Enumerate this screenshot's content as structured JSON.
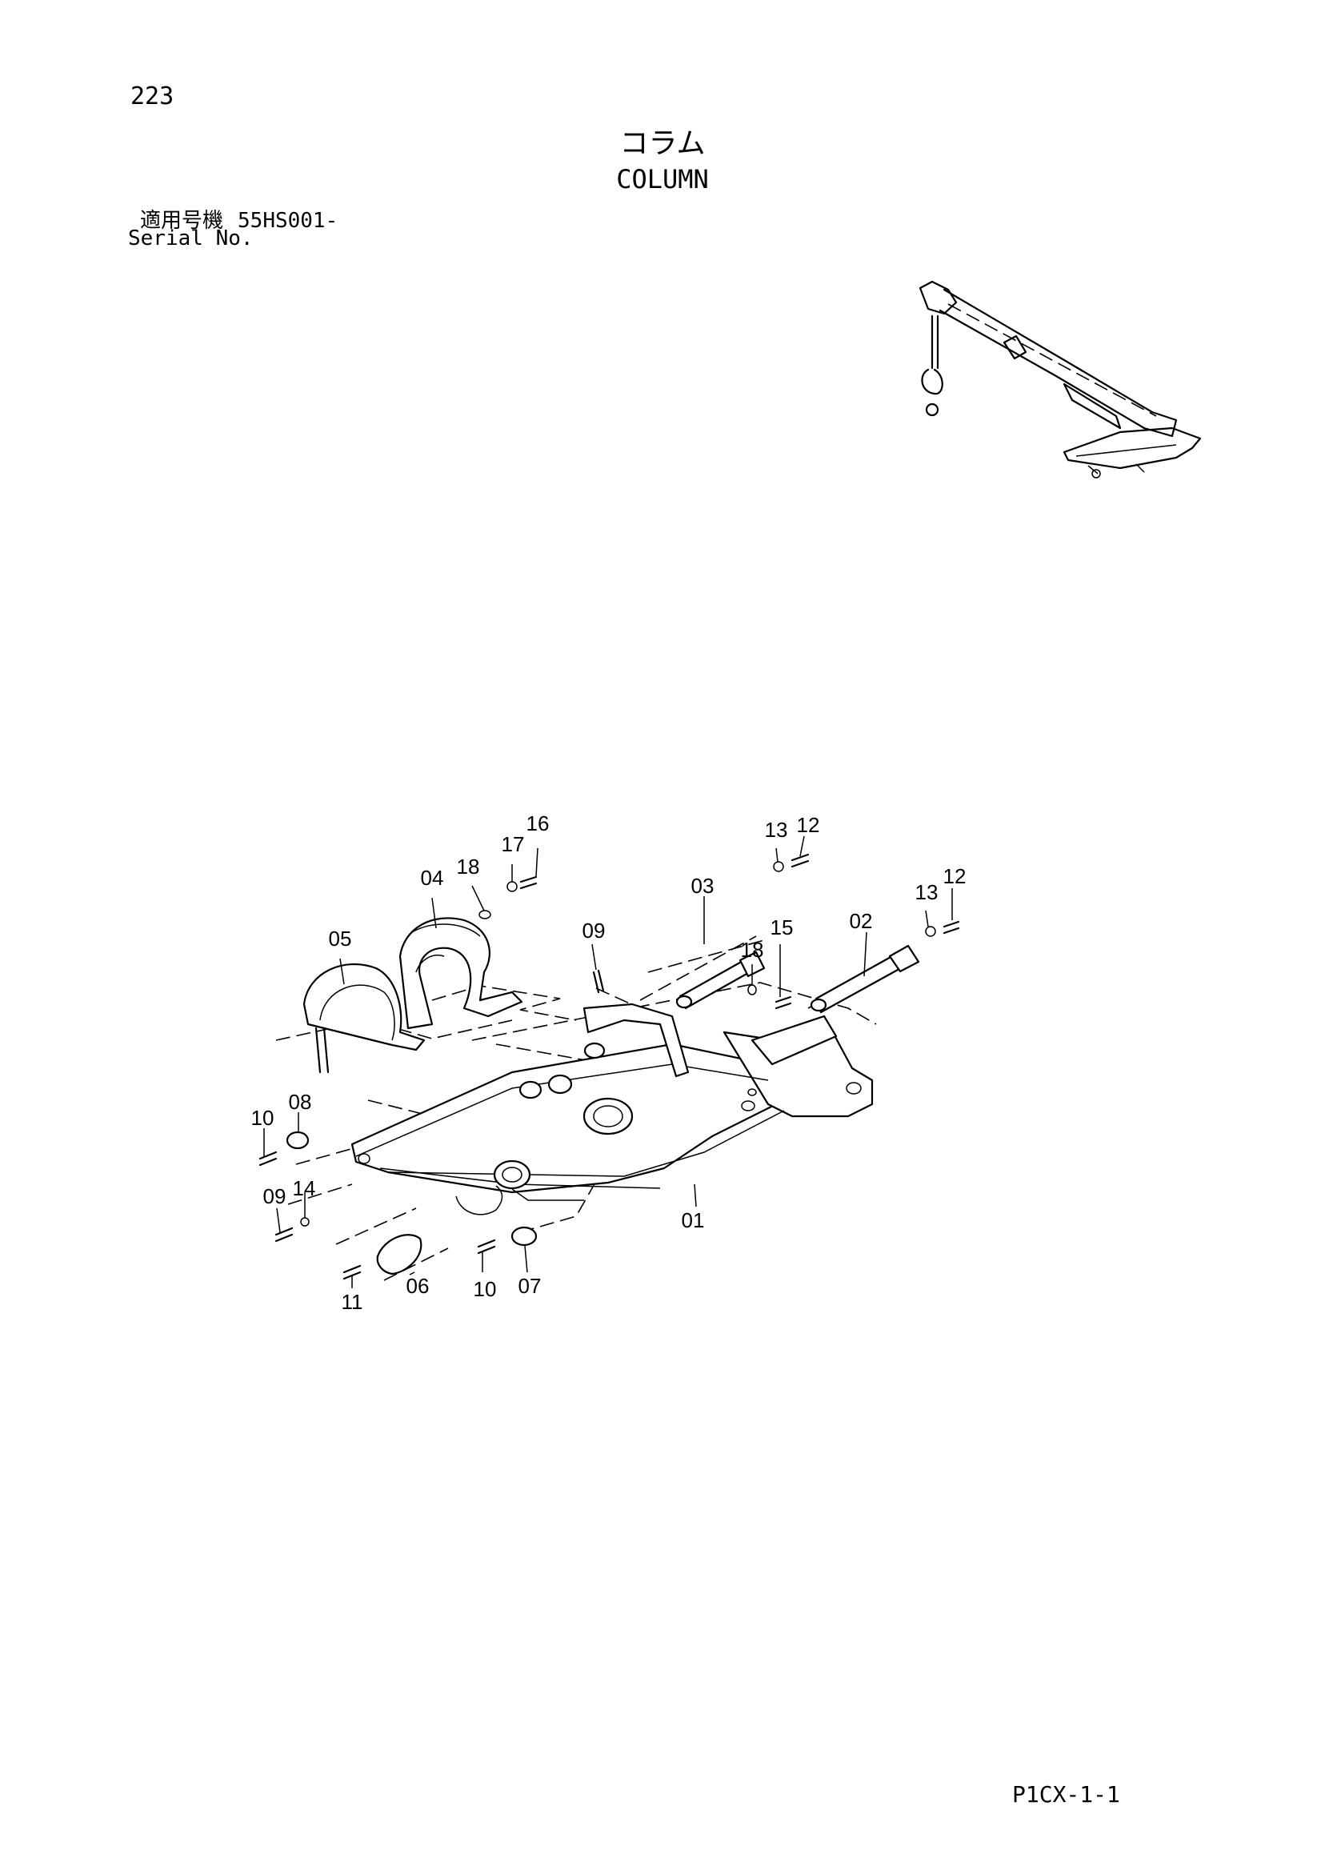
{
  "header": {
    "page_number": "223",
    "title_jp": "コラム",
    "title_en": "COLUMN",
    "serial_label_jp": "適用号機",
    "serial_value": "55HS001-",
    "serial_label_en": "Serial No."
  },
  "footer": {
    "page_code": "P1CX-1-1"
  },
  "callouts": [
    "16",
    "17",
    "18",
    "04",
    "05",
    "13",
    "12",
    "03",
    "09",
    "18",
    "15",
    "13",
    "12",
    "02",
    "10",
    "08",
    "09",
    "14",
    "01",
    "11",
    "06",
    "10",
    "07"
  ]
}
